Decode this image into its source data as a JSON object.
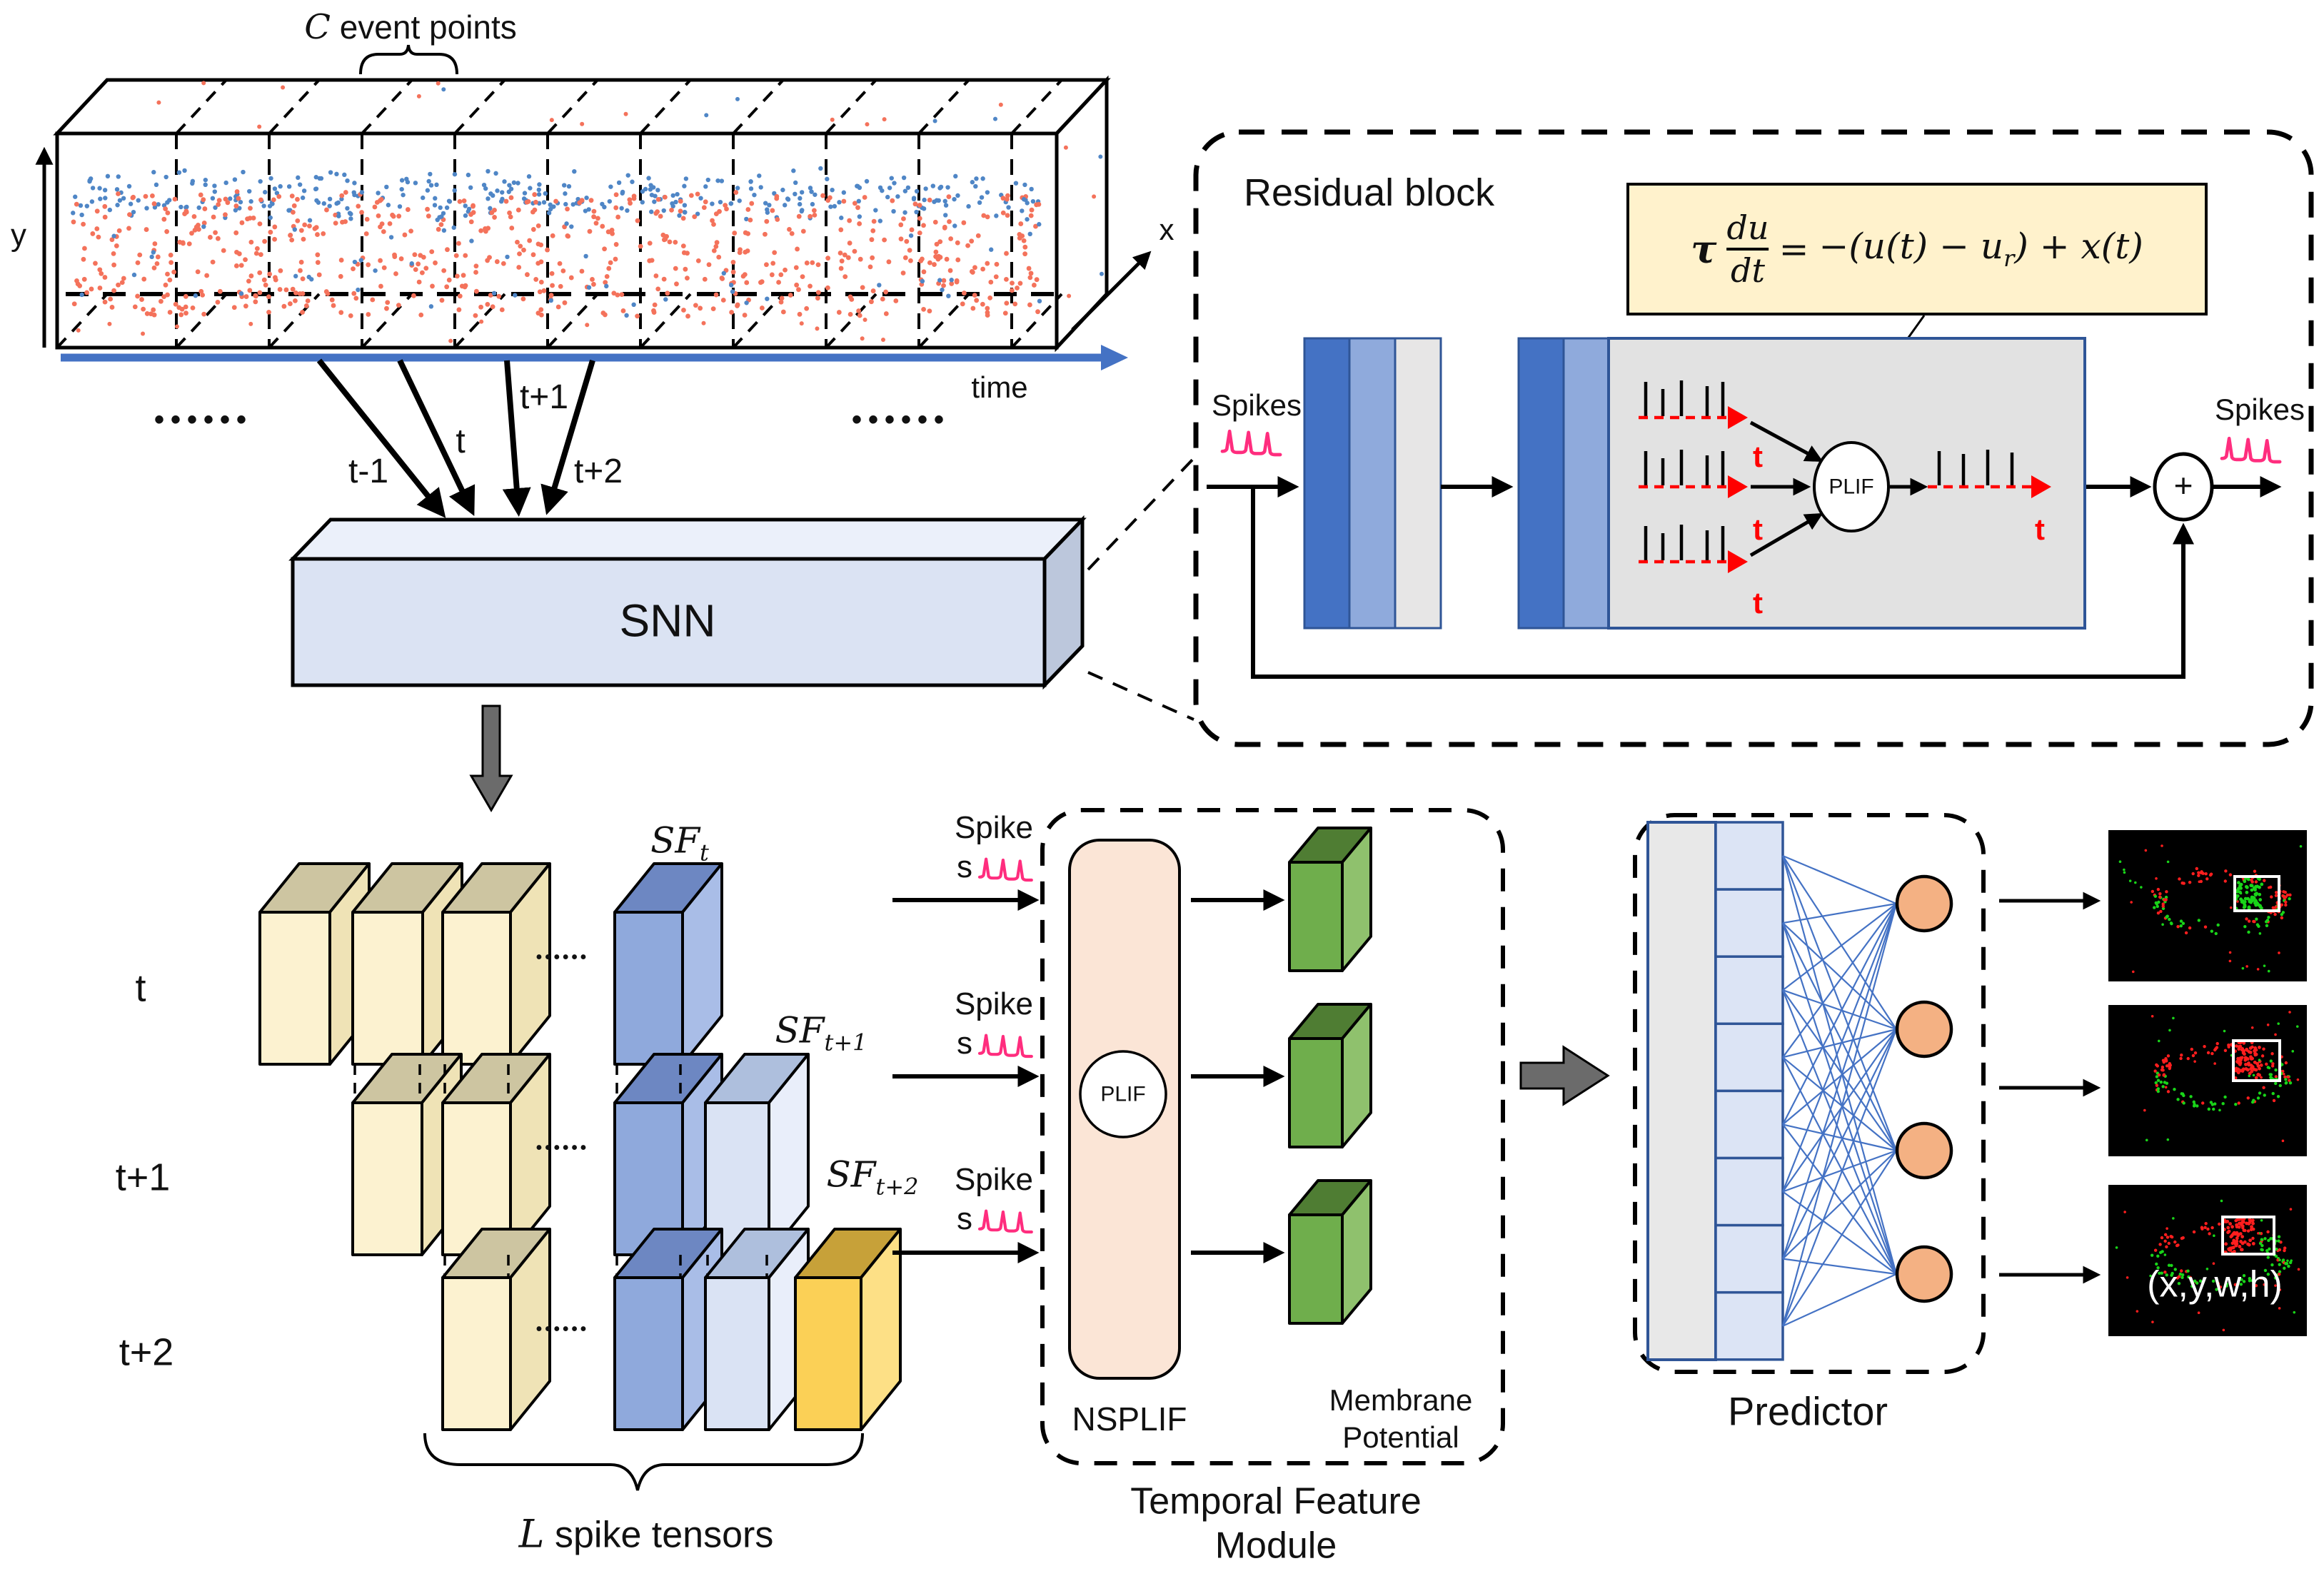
{
  "colors": {
    "accent_blue": "#4472C4",
    "stripe_mid": "#8FAADC",
    "stripe_grey": "#E7E6E6",
    "panel_grey": "#E2E2E2",
    "border_blue": "#2F5597",
    "formula_bg": "#FFF2CC",
    "spike_pink": "#FF2D7E",
    "signal_red": "#FF0000",
    "event_red": "#F4725B",
    "event_blue": "#4F86C6",
    "snn_front": "#DBE3F3",
    "nsplif_peach": "#FBE5D6",
    "neuron_orange": "#F4B183",
    "green_front": "#6FAE4C",
    "thumb_red": "#FF1E1E",
    "thumb_green": "#19D419"
  },
  "event_cube": {
    "heading_var": "C",
    "heading_rest": " event points",
    "y_axis": "y",
    "x_axis": "x",
    "time_axis": "time",
    "ellipsis": "••••••"
  },
  "snn": {
    "label": "SNN",
    "slice_labels": [
      "t-1",
      "t",
      "t+1",
      "t+2"
    ]
  },
  "residual": {
    "title": "Residual block",
    "spikes_in": "Spikes",
    "spikes_out": "Spikes",
    "plif": "PLIF",
    "plus": "+",
    "t_axis": "t",
    "formula": {
      "tau": "τ",
      "num": "du",
      "den": "dt",
      "eq": "=",
      "pre": "−(u(t) − u",
      "sub": "r",
      "post": ") + x(t)"
    }
  },
  "tensors": {
    "row_labels": [
      "t",
      "t+1",
      "t+2"
    ],
    "sf": [
      {
        "base": "SF",
        "sub": "t"
      },
      {
        "base": "SF",
        "sub": "t+1"
      },
      {
        "base": "SF",
        "sub": "t+2"
      }
    ],
    "ellipsis": "••••••",
    "brace_var": "L",
    "brace_rest": " spike tensors"
  },
  "tfm": {
    "spike_word": "Spike",
    "spike_s": "s",
    "plif": "PLIF",
    "nsplif": "NSPLIF",
    "membrane_line1": "Membrane",
    "membrane_line2": "Potential",
    "title_line1": "Temporal Feature",
    "title_line2": "Module"
  },
  "predictor": {
    "title": "Predictor",
    "bbox_label": "(x,y,w,h)"
  }
}
